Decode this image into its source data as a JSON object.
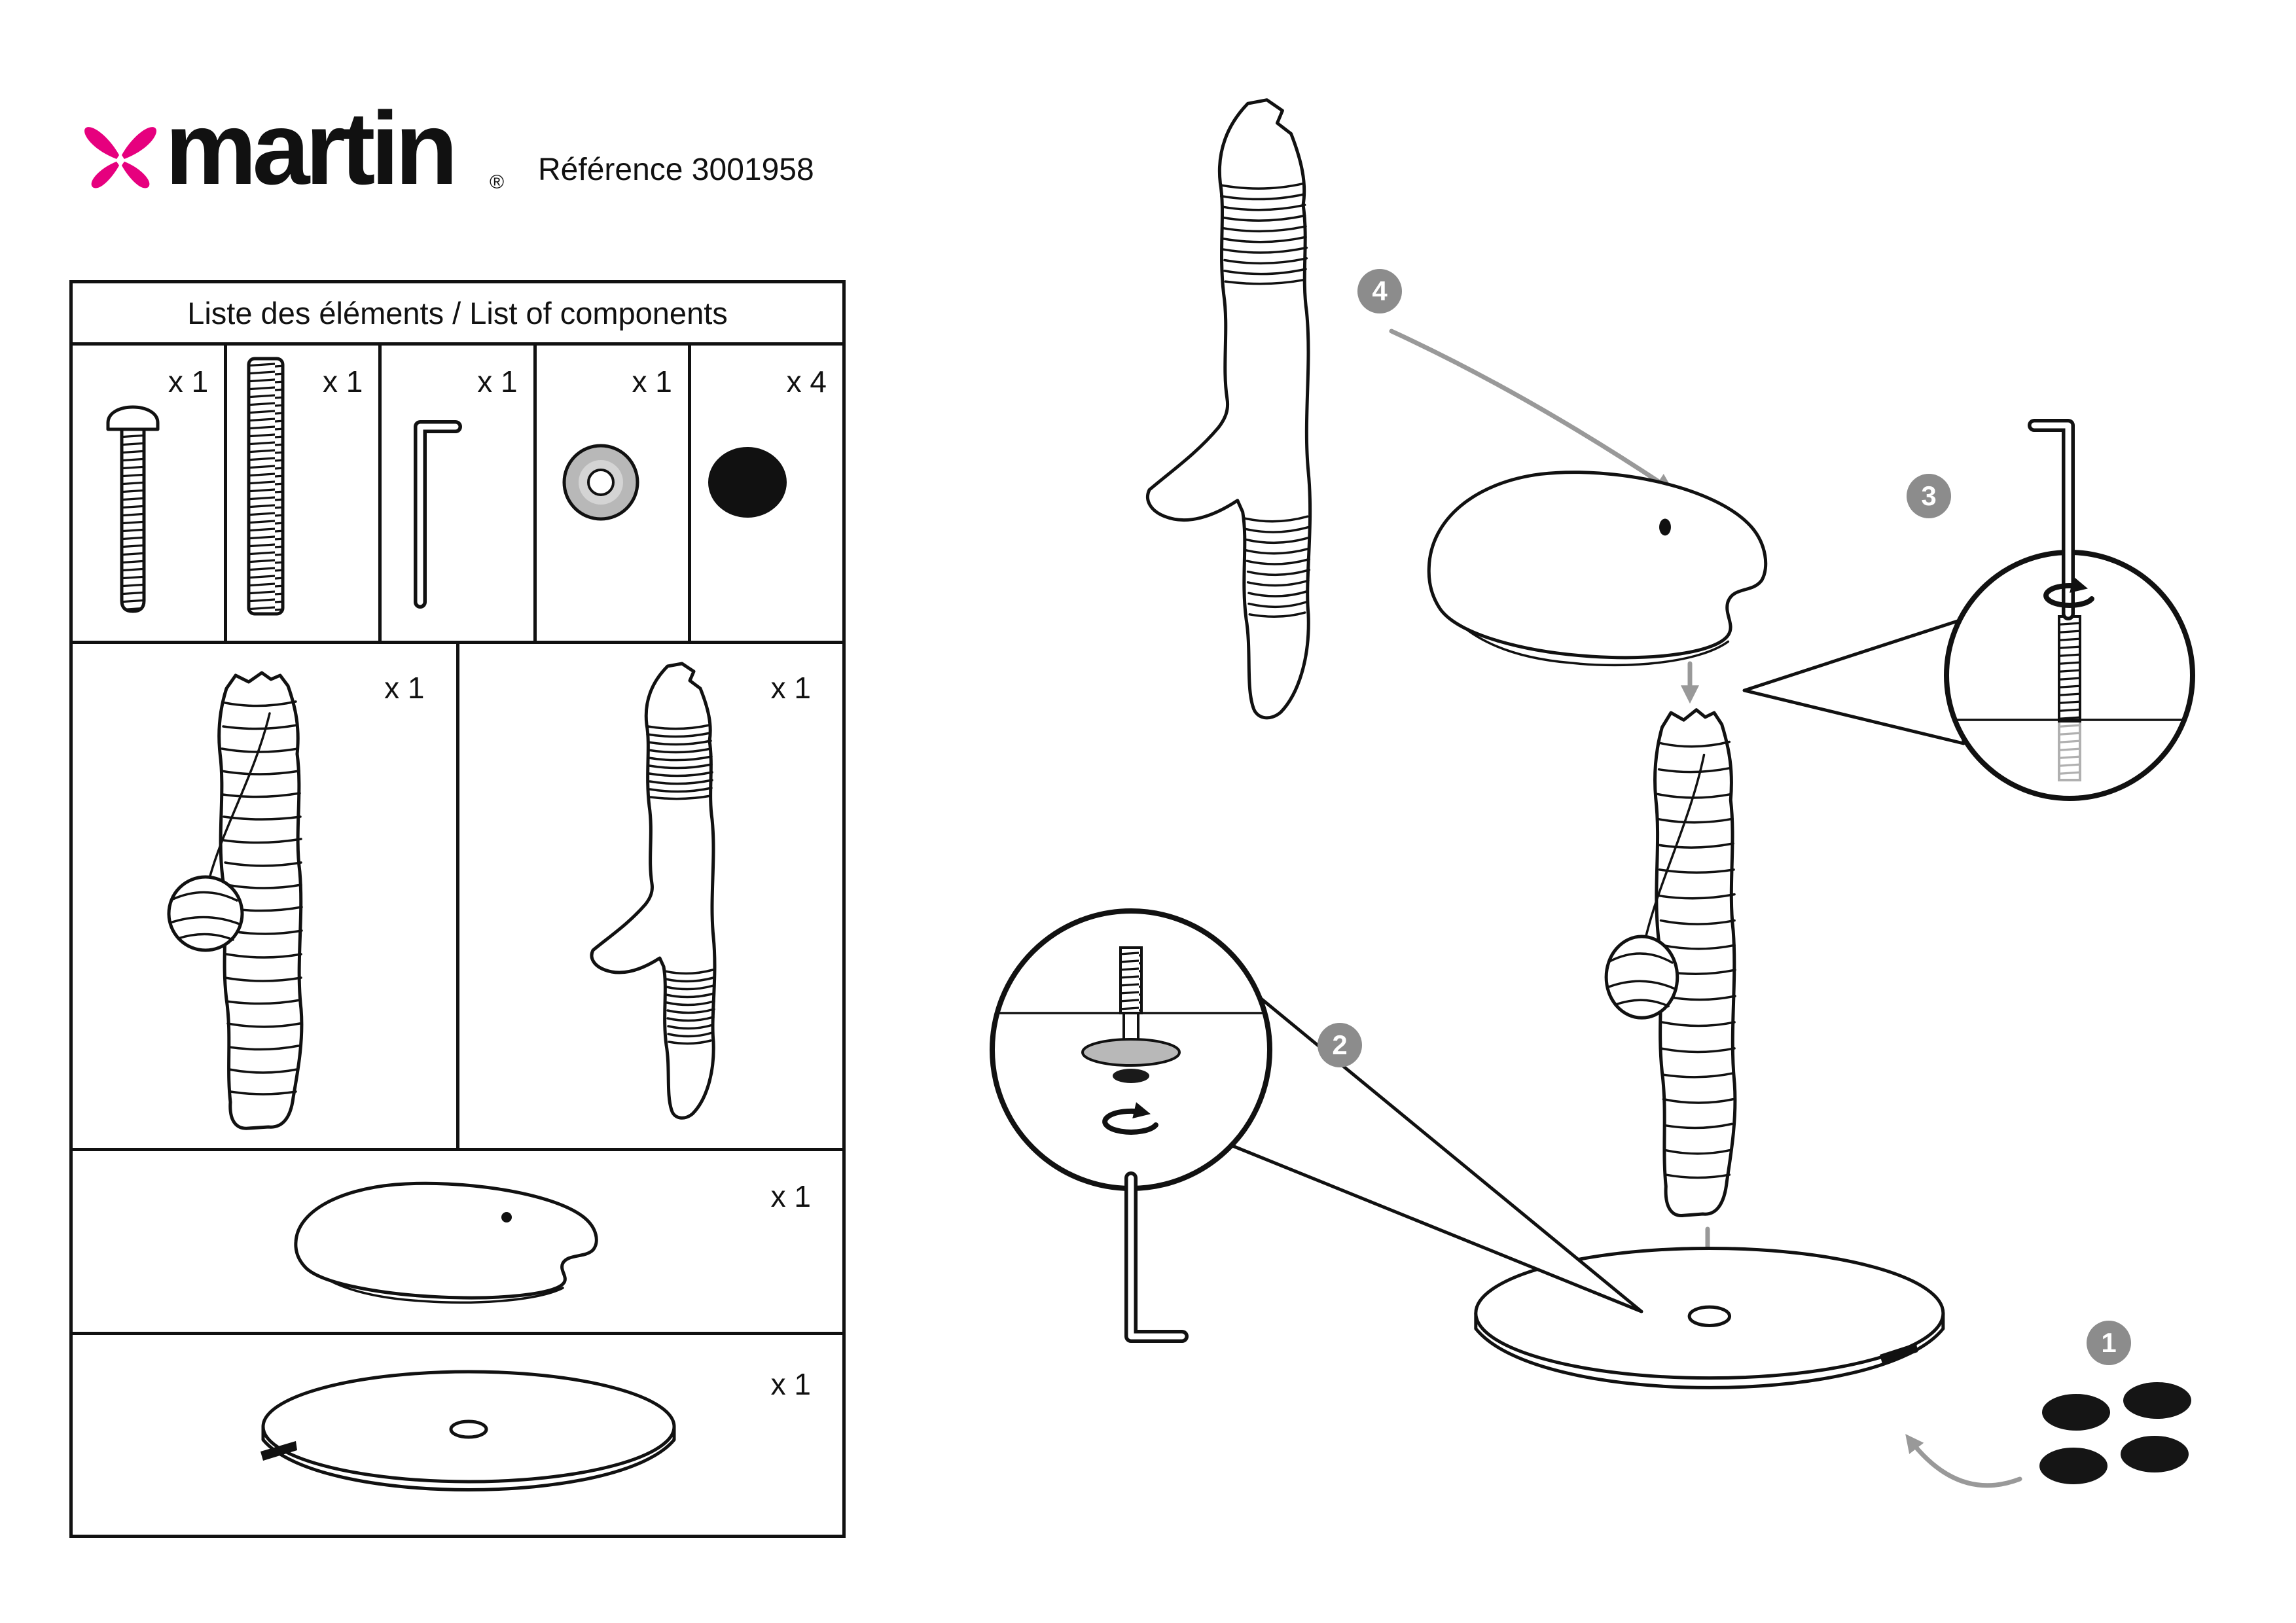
{
  "header": {
    "brand": "martin",
    "registered_mark": "®",
    "reference": "Référence 3001958"
  },
  "parts_list": {
    "title": "Liste des éléments / List of components",
    "hardware": [
      {
        "part": "screw-bolt",
        "qty": "x 1"
      },
      {
        "part": "threaded-rod",
        "qty": "x 1"
      },
      {
        "part": "allen-key",
        "qty": "x 1"
      },
      {
        "part": "washer",
        "qty": "x 1"
      },
      {
        "part": "felt-pad",
        "qty": "x 4"
      }
    ],
    "posts": [
      {
        "part": "wrapped-post-with-ball",
        "qty": "x 1"
      },
      {
        "part": "branch-post",
        "qty": "x 1"
      }
    ],
    "plates": [
      {
        "part": "top-plate",
        "qty": "x 1"
      },
      {
        "part": "base-plate",
        "qty": "x 1"
      }
    ]
  },
  "assembly": {
    "steps": [
      {
        "number": "1"
      },
      {
        "number": "2"
      },
      {
        "number": "3"
      },
      {
        "number": "4"
      }
    ]
  },
  "colors": {
    "brand_pink": "#e6007e",
    "badge_gray": "#8c8c8c",
    "arrow_gray": "#999999",
    "washer_gray": "#b8b8b8",
    "line_black": "#111111"
  }
}
